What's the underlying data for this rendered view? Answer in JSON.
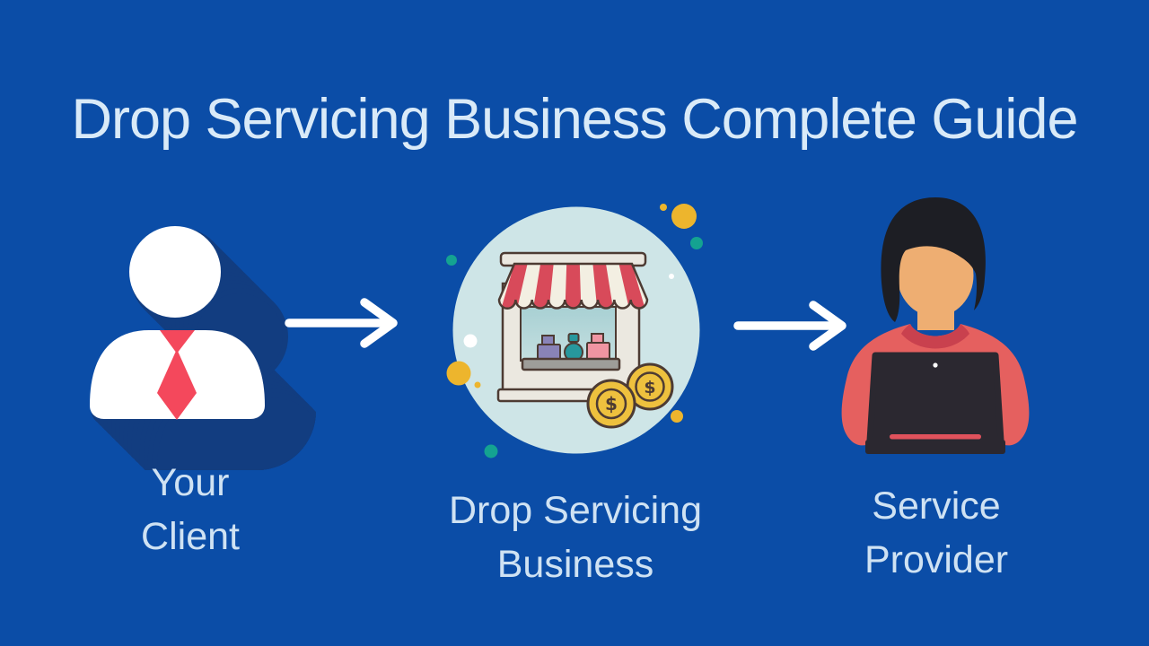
{
  "title": "Drop Servicing Business Complete Guide",
  "flow": {
    "client": {
      "line1": "Your",
      "line2": "Client",
      "icon": "client-person-icon"
    },
    "business": {
      "line1": "Drop Servicing",
      "line2": "Business",
      "icon": "storefront-icon"
    },
    "provider": {
      "line1": "Service",
      "line2": "Provider",
      "icon": "service-provider-icon"
    }
  },
  "arrows": {
    "icon": "arrow-right-icon",
    "count": 2,
    "direction": "right"
  },
  "coins": {
    "symbol": "$",
    "count": 2
  },
  "colors": {
    "background": "#0b4da7",
    "title_text": "#d9eaf8",
    "label_text": "#cfe2f3",
    "long_shadow": "#123d80",
    "badge_circle": "#cee5e7",
    "awning_red": "#d84a5a",
    "awning_cream": "#f3efe2",
    "store_frame": "#ebe8e0",
    "window_teal": "#aed4d7",
    "shelf_gray": "#9e9d99",
    "bottle_purple": "#8983b7",
    "bottle_teal": "#27989d",
    "bottle_pink": "#f095a2",
    "outline_brown": "#4d3b33",
    "coin_gold": "#eec13e",
    "tie_red": "#f4485c",
    "shirt_red": "#e5605f",
    "collar_red": "#c9414e",
    "laptop_dark": "#2b2830",
    "laptop_stripe_red": "#e0525c",
    "hair_black": "#1d1e24",
    "skin_tan": "#eeae72",
    "dot_yellow": "#edb52d",
    "dot_teal": "#14a391",
    "dot_white": "#ffffff",
    "arrow_white": "#ffffff"
  }
}
